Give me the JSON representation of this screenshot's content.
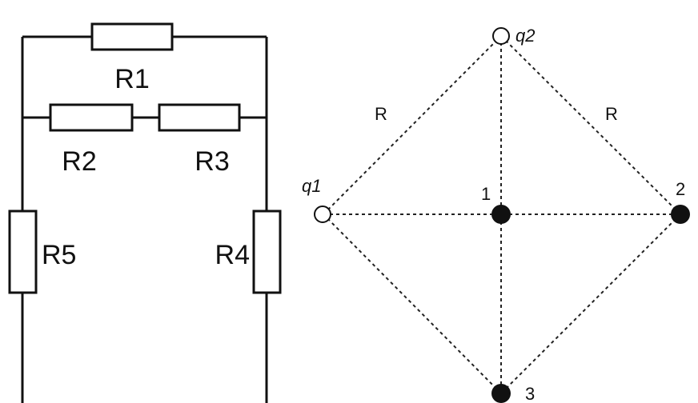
{
  "circuit": {
    "resistors": [
      "R1",
      "R2",
      "R3",
      "R4",
      "R5"
    ]
  },
  "charges": {
    "q1": "q1",
    "q2": "q2",
    "side_label_left": "R",
    "side_label_right": "R"
  },
  "points": [
    "1",
    "2",
    "3"
  ],
  "colors": {
    "ink": "#111111",
    "background": "#ffffff"
  }
}
